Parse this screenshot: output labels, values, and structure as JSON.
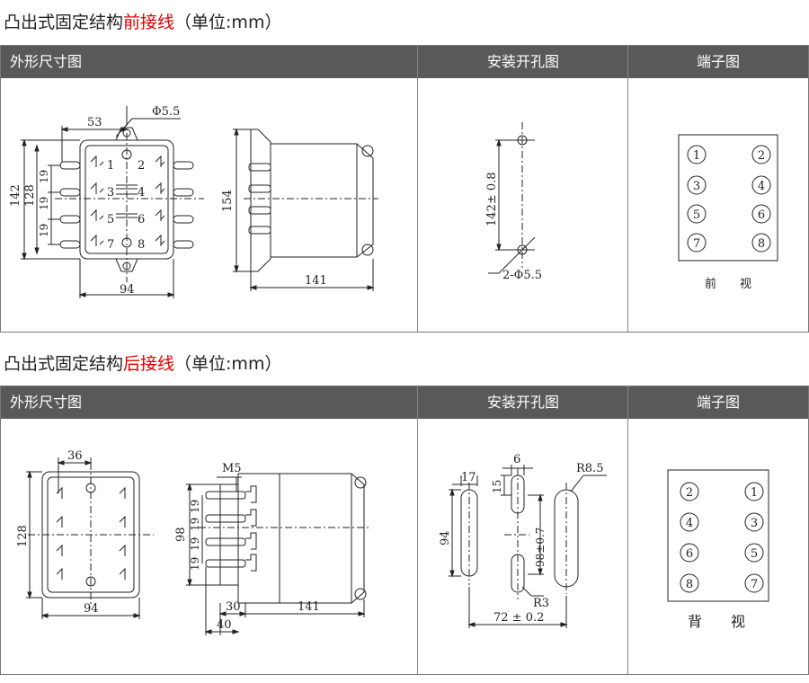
{
  "section1": {
    "title_prefix": "凸出式固定结构",
    "title_accent": "前接线",
    "title_suffix": "（单位:mm）",
    "headers": [
      "外形尺寸图",
      "安装开孔图",
      "端子图"
    ],
    "outline": {
      "dim_top": "53",
      "dim_hole": "Φ5.5",
      "dim_142": "142",
      "dim_128": "128",
      "dim_19a": "19",
      "dim_19b": "19",
      "dim_19c": "19",
      "dim_94": "94",
      "terminals": [
        "1",
        "2",
        "3",
        "4",
        "5",
        "6",
        "7",
        "8"
      ],
      "dim_154": "154",
      "dim_141": "141"
    },
    "mounting": {
      "dim_vertical": "142± 0.8",
      "dim_hole": "2-Φ5.5"
    },
    "terminal_map": {
      "numbers": [
        "1",
        "2",
        "3",
        "4",
        "5",
        "6",
        "7",
        "8"
      ],
      "caption": "前　　视"
    }
  },
  "section2": {
    "title_prefix": "凸出式固定结构",
    "title_accent": "后接线",
    "title_suffix": "（单位:mm）",
    "headers": [
      "外形尺寸图",
      "安装开孔图",
      "端子图"
    ],
    "outline": {
      "dim_36": "36",
      "dim_128": "128",
      "dim_94": "94",
      "dim_m5": "M5",
      "dim_98": "98",
      "dim_19": [
        "19",
        "19",
        "19",
        "19"
      ],
      "dim_30": "30",
      "dim_141": "141",
      "dim_40": "40"
    },
    "mounting": {
      "dim_17": "17",
      "dim_6": "6",
      "dim_r85": "R8.5",
      "dim_15": "15",
      "dim_94": "94",
      "dim_98": "98±0.7",
      "dim_r3": "R3",
      "dim_72": "72 ±   0.2"
    },
    "terminal_map": {
      "numbers": [
        "2",
        "1",
        "4",
        "3",
        "6",
        "5",
        "8",
        "7"
      ],
      "caption": "背　　视"
    }
  }
}
